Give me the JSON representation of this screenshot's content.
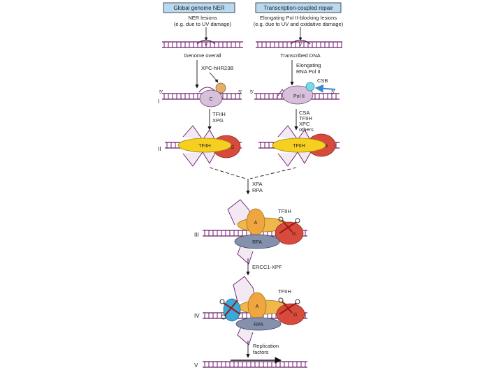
{
  "headers": {
    "global": "Global genome NER",
    "transcription": "Transcription-coupled repair"
  },
  "lesions": {
    "global_line1": "NER lesions",
    "global_line2": "(e.g. due to UV damage)",
    "tcr_line1": "Elongating Pol II-blocking lesions",
    "tcr_line2": "(e.g. due to UV and oxidative damage)"
  },
  "dna_labels": {
    "genome_overall": "Genome overall",
    "transcribed_dna": "Transcribed DNA",
    "five_prime_left": "5'",
    "three_prime_left": "3'",
    "five_prime_right": "5'",
    "three_prime_right": "3'"
  },
  "factors": {
    "xpc": "XPC-hHR23B",
    "elongating_line1": "Elongating",
    "elongating_line2": "RNA Pol II",
    "csb": "CSB",
    "tfiih": "TFIIH",
    "xpg": "XPG",
    "csa": "CSA",
    "xpc_short": "XPC",
    "others": "others",
    "xpa": "XPA",
    "rpa": "RPA",
    "ercc1": "ERCC1-XPF",
    "replication_line1": "Replication",
    "replication_line2": "factors"
  },
  "proteins": {
    "c": "C",
    "pol2": "Pol II",
    "tfiih": "TFIIH",
    "g": "G",
    "a": "A",
    "rpa": "RPA",
    "v_mark": "V"
  },
  "steps": {
    "i": "I",
    "ii": "II",
    "iii": "III",
    "iv": "IV",
    "v": "V"
  },
  "colors": {
    "dna": "#6a1a6a",
    "header_box": "#b9d9f0",
    "orange": "#f0a640",
    "yellow": "#f5d020",
    "red": "#d84a3c",
    "lilac": "#d8c0dc",
    "gray_blue": "#8490ac",
    "cyan": "#3aa8d8",
    "scissors": "#9a1a14"
  }
}
